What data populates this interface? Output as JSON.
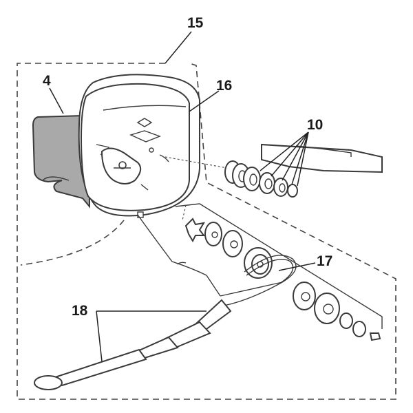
{
  "callouts": {
    "c15": "15",
    "c4": "4",
    "c16": "16",
    "c10": "10",
    "c17": "17",
    "c18": "18"
  }
}
